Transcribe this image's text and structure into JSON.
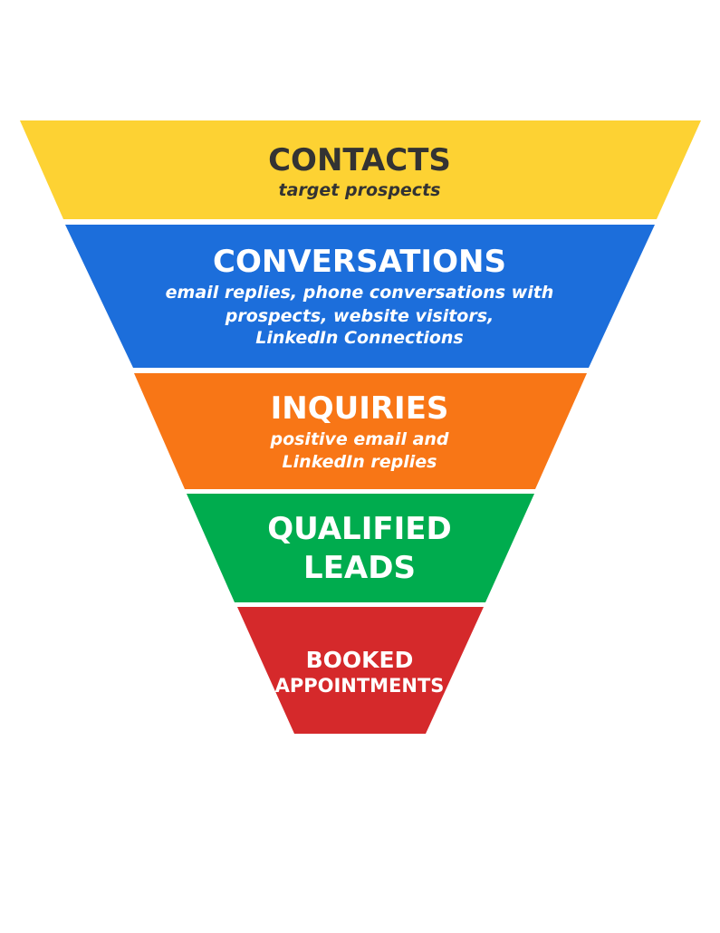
{
  "funnel": {
    "stages": [
      {
        "title_lines": [
          "CONTACTS"
        ],
        "subtitle_lines": [
          "target prospects"
        ],
        "color": "#FDD233",
        "text_color": "#333333"
      },
      {
        "title_lines": [
          "CONVERSATIONS"
        ],
        "subtitle_lines": [
          "email replies, phone conversations with",
          "prospects, website visitors,",
          "LinkedIn Connections"
        ],
        "color": "#1C6EDB",
        "text_color": "#FFFFFF"
      },
      {
        "title_lines": [
          "INQUIRIES"
        ],
        "subtitle_lines": [
          "positive email and",
          "LinkedIn replies"
        ],
        "color": "#F87616",
        "text_color": "#FFFFFF"
      },
      {
        "title_lines": [
          "QUALIFIED",
          "LEADS"
        ],
        "subtitle_lines": [],
        "color": "#00AC4E",
        "text_color": "#FFFFFF"
      },
      {
        "title_lines": [
          "BOOKED",
          "APPOINTMENTS"
        ],
        "subtitle_lines": [],
        "color": "#D5292B",
        "text_color": "#FFFFFF"
      }
    ]
  }
}
